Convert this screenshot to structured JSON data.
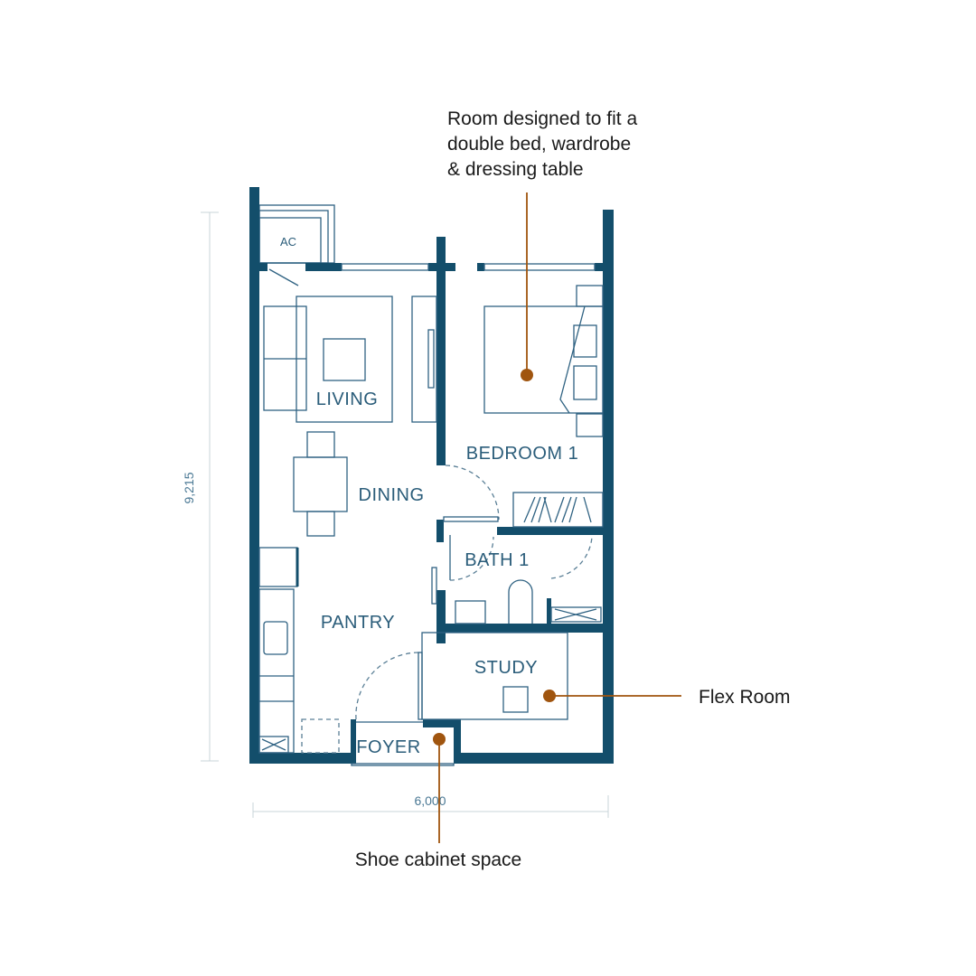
{
  "rooms": {
    "ac": "AC",
    "living": "LIVING",
    "bedroom": "BEDROOM 1",
    "dining": "DINING",
    "bath": "BATH 1",
    "pantry": "PANTRY",
    "study": "STUDY",
    "foyer": "FOYER"
  },
  "dimensions": {
    "height": "9,215",
    "width": "6,000"
  },
  "annotations": {
    "bedroom_note": [
      "Room designed to fit a",
      "double bed, wardrobe",
      "& dressing table"
    ],
    "flex_room": "Flex Room",
    "shoe_cabinet": "Shoe cabinet space"
  },
  "colors": {
    "wall": "#134e6b",
    "annotation": "#a0550f"
  }
}
